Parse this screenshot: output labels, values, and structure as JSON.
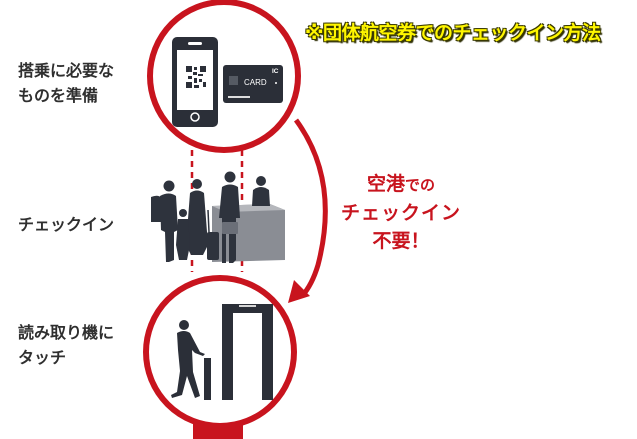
{
  "title": "※団体航空券でのチェックイン方法",
  "steps": [
    {
      "label": "搭乗に必要な\nものを準備",
      "icon": "phone-qr-and-ic-card-icon"
    },
    {
      "label": "チェックイン",
      "icon": "checkin-counter-queue-icon"
    },
    {
      "label": "読み取り機に\nタッチ",
      "icon": "gate-reader-touch-icon"
    }
  ],
  "card_labels": {
    "ic": "IC",
    "card": "CARD"
  },
  "callout": {
    "line1_main": "空港",
    "line1_sub": "での",
    "line2": "チェックイン",
    "line3": "不要！"
  },
  "colors": {
    "accent_red": "#c8141e",
    "icon_dark": "#2b2f38",
    "title_yellow": "#fff600"
  }
}
